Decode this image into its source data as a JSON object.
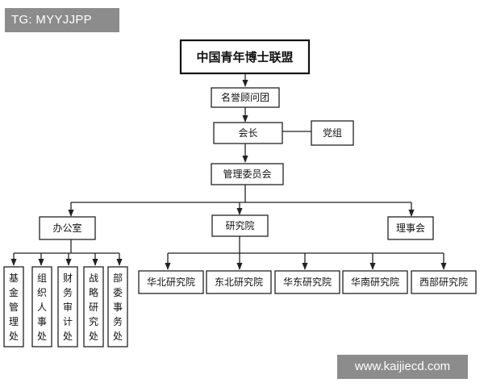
{
  "watermarks": {
    "top_left": "TG: MYYJJPP",
    "bottom_right": "www.kaijiecd.com"
  },
  "org": {
    "top": "中国青年博士联盟",
    "advisory": "名誉顾问团",
    "president": "会长",
    "party": "党组",
    "management": "管理委员会",
    "office": "办公室",
    "research": "研究院",
    "council": "理事会",
    "office_departments": [
      "基金管理处",
      "组织人事处",
      "财务审计处",
      "战略研究处",
      "部委事务处"
    ],
    "institutes": [
      "华北研究院",
      "东北研究院",
      "华东研究院",
      "华南研究院",
      "西部研究院"
    ]
  }
}
